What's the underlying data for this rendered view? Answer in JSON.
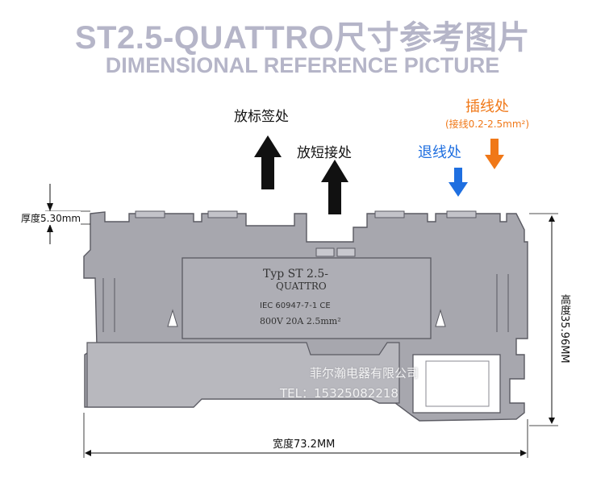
{
  "header": {
    "title": "ST2.5-QUATTRO尺寸参考图片",
    "subtitle": "DIMENSIONAL REFERENCE PICTURE"
  },
  "callouts": {
    "marking": "放标签处",
    "short_circuit": "放短接处",
    "wire_release": "退线处",
    "wire_insert": "插线处",
    "wire_insert_range": "(接线0.2-2.5mm²)"
  },
  "dimensions": {
    "thickness": "厚度5.30mm",
    "width": "宽度73.2MM",
    "height": "高度35.96MM"
  },
  "plate": {
    "line1": "Typ ST 2.5-",
    "line2": "QUATTRO",
    "line3": "IEC 60947-7-1  CE",
    "line4": "800V  20A  2.5mm²"
  },
  "watermark": {
    "company": "菲尔瀚电器有限公司",
    "phone": "TEL：15325082218"
  },
  "colors": {
    "title": "#b5b5c8",
    "release_arrow": "#1f6fe0",
    "insert_arrow": "#f07818",
    "body": "#a7a7ae"
  }
}
